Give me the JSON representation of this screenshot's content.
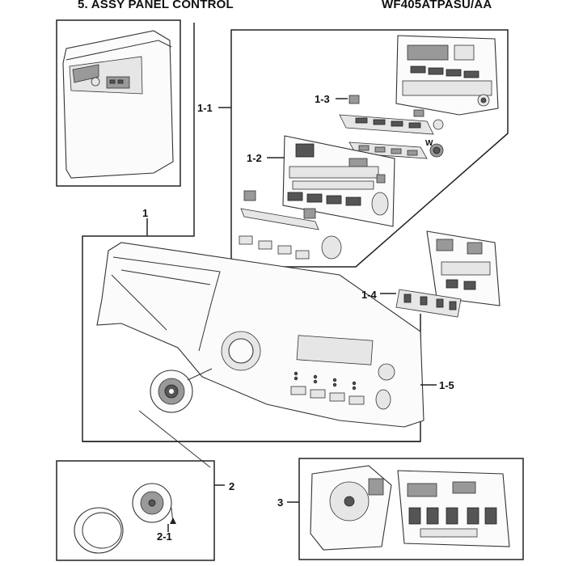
{
  "header": {
    "title": "5. ASSY PANEL CONTROL",
    "model": "WF405ATPASU/AA"
  },
  "callouts": {
    "c1": "1",
    "c1_1": "1-1",
    "c1_2": "1-2",
    "c1_3": "1-3",
    "c1_4": "1-4",
    "c1_5": "1-5",
    "c2": "2",
    "c2_1": "2-1",
    "c3": "3"
  },
  "part_marks": {
    "w_mark": "W"
  }
}
